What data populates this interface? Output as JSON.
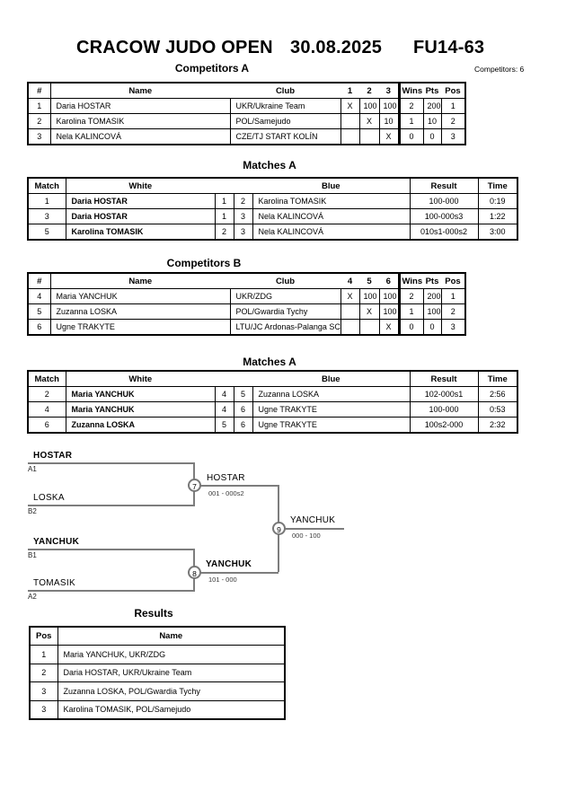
{
  "title": {
    "event": "CRACOW JUDO OPEN",
    "date": "30.08.2025",
    "category": "FU14-63"
  },
  "competitors_count": "Competitors: 6",
  "sections": {
    "competitors_a": "Competitors A",
    "matches_a": "Matches A",
    "competitors_b": "Competitors B",
    "matches_b": "Matches A",
    "results": "Results"
  },
  "competitorsA": {
    "headers": {
      "num": "#",
      "name": "Name",
      "club": "Club",
      "c1": "1",
      "c2": "2",
      "c3": "3",
      "wins": "Wins",
      "pts": "Pts",
      "pos": "Pos"
    },
    "rows": [
      {
        "num": "1",
        "name": "Daria HOSTAR",
        "club": "UKR/Ukraine Team",
        "c1": "X",
        "c2": "100",
        "c3": "100",
        "wins": "2",
        "pts": "200",
        "pos": "1"
      },
      {
        "num": "2",
        "name": "Karolina TOMASIK",
        "club": "POL/Samejudo",
        "c1": "",
        "c2": "X",
        "c3": "10",
        "wins": "1",
        "pts": "10",
        "pos": "2"
      },
      {
        "num": "3",
        "name": "Nela KALINCOVÁ",
        "club": "CZE/TJ START KOLÍN",
        "c1": "",
        "c2": "",
        "c3": "X",
        "wins": "0",
        "pts": "0",
        "pos": "3"
      }
    ]
  },
  "matchesA": {
    "headers": {
      "match": "Match",
      "white": "White",
      "blue": "Blue",
      "result": "Result",
      "time": "Time"
    },
    "rows": [
      {
        "match": "1",
        "white": "Daria HOSTAR",
        "wn": "1",
        "bn": "2",
        "blue": "Karolina TOMASIK",
        "result": "100-000",
        "time": "0:19"
      },
      {
        "match": "3",
        "white": "Daria HOSTAR",
        "wn": "1",
        "bn": "3",
        "blue": "Nela KALINCOVÁ",
        "result": "100-000s3",
        "time": "1:22"
      },
      {
        "match": "5",
        "white": "Karolina TOMASIK",
        "wn": "2",
        "bn": "3",
        "blue": "Nela KALINCOVÁ",
        "result": "010s1-000s2",
        "time": "3:00"
      }
    ]
  },
  "competitorsB": {
    "headers": {
      "num": "#",
      "name": "Name",
      "club": "Club",
      "c1": "4",
      "c2": "5",
      "c3": "6",
      "wins": "Wins",
      "pts": "Pts",
      "pos": "Pos"
    },
    "rows": [
      {
        "num": "4",
        "name": "Maria YANCHUK",
        "club": "UKR/ZDG",
        "c1": "X",
        "c2": "100",
        "c3": "100",
        "wins": "2",
        "pts": "200",
        "pos": "1"
      },
      {
        "num": "5",
        "name": "Zuzanna LOSKA",
        "club": "POL/Gwardia Tychy",
        "c1": "",
        "c2": "X",
        "c3": "100",
        "wins": "1",
        "pts": "100",
        "pos": "2"
      },
      {
        "num": "6",
        "name": "Ugne TRAKYTE",
        "club": "LTU/JC Ardonas-Palanga SC",
        "c1": "",
        "c2": "",
        "c3": "X",
        "wins": "0",
        "pts": "0",
        "pos": "3"
      }
    ]
  },
  "matchesB": {
    "headers": {
      "match": "Match",
      "white": "White",
      "blue": "Blue",
      "result": "Result",
      "time": "Time"
    },
    "rows": [
      {
        "match": "2",
        "white": "Maria YANCHUK",
        "wn": "4",
        "bn": "5",
        "blue": "Zuzanna LOSKA",
        "result": "102-000s1",
        "time": "2:56"
      },
      {
        "match": "4",
        "white": "Maria YANCHUK",
        "wn": "4",
        "bn": "6",
        "blue": "Ugne TRAKYTE",
        "result": "100-000",
        "time": "0:53"
      },
      {
        "match": "6",
        "white": "Zuzanna LOSKA",
        "wn": "5",
        "bn": "6",
        "blue": "Ugne TRAKYTE",
        "result": "100s2-000",
        "time": "2:32"
      }
    ]
  },
  "bracket": {
    "a1": {
      "name": "HOSTAR",
      "seed": "A1"
    },
    "b2": {
      "name": "LOSKA",
      "seed": "B2"
    },
    "b1": {
      "name": "YANCHUK",
      "seed": "B1"
    },
    "a2": {
      "name": "TOMASIK",
      "seed": "A2"
    },
    "match7": {
      "node": "7",
      "winner": "HOSTAR",
      "score": "001 - 000s2"
    },
    "match8": {
      "node": "8",
      "winner": "YANCHUK",
      "score": "101 - 000"
    },
    "match9": {
      "node": "9",
      "winner": "YANCHUK",
      "score": "000 - 100"
    }
  },
  "results": {
    "headers": {
      "pos": "Pos",
      "name": "Name"
    },
    "rows": [
      {
        "pos": "1",
        "name": "Maria YANCHUK, UKR/ZDG"
      },
      {
        "pos": "2",
        "name": "Daria HOSTAR, UKR/Ukraine Team"
      },
      {
        "pos": "3",
        "name": "Zuzanna LOSKA, POL/Gwardia Tychy"
      },
      {
        "pos": "3",
        "name": "Karolina TOMASIK, POL/Samejudo"
      }
    ]
  }
}
